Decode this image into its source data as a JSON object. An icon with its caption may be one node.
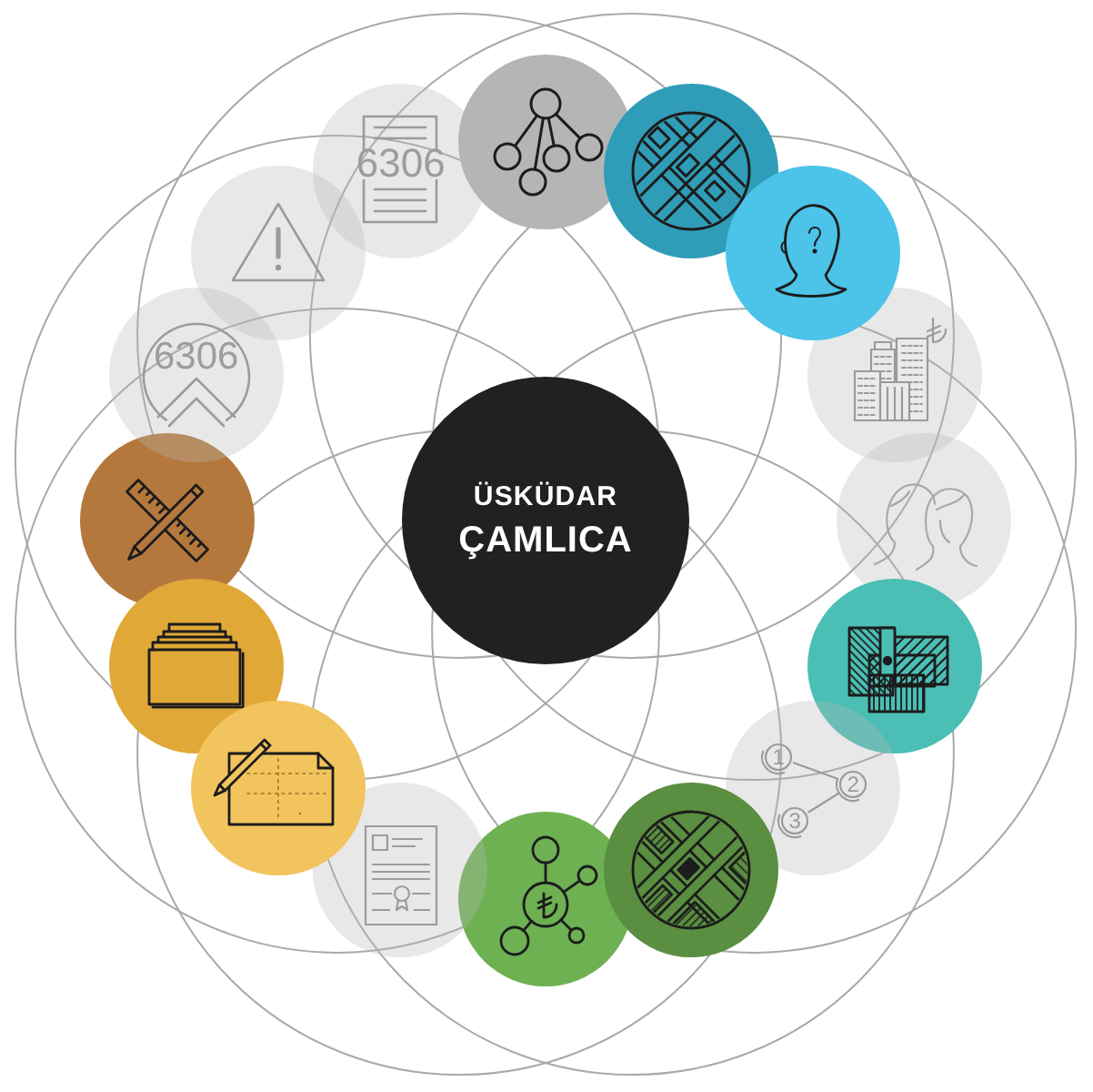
{
  "diagram": {
    "nodes": [
      {
        "text": [
          "ÜSKÜDAR",
          "ÇAMLICA"
        ]
      },
      {
        "text": [],
        "shape": "circle"
      },
      {
        "text": [],
        "shape": "circle"
      },
      {
        "text": [],
        "shape": "circle"
      },
      {
        "text": [],
        "shape": "circle"
      },
      {
        "text": [],
        "shape": "circle"
      },
      {
        "text": [],
        "shape": "circle"
      },
      {
        "text": [
          "1",
          "2",
          "3"
        ]
      },
      {
        "text": [],
        "shape": "circle"
      },
      {
        "text": [],
        "shape": "circle"
      },
      {
        "text": [],
        "shape": "circle"
      },
      {
        "text": [],
        "shape": "circle"
      },
      {
        "text": [],
        "shape": "circle"
      },
      {
        "text": [],
        "shape": "circle"
      },
      {
        "text": [
          "6306"
        ]
      },
      {
        "text": [],
        "shape": "circle"
      },
      {
        "text": [
          "6306"
        ]
      }
    ]
  }
}
